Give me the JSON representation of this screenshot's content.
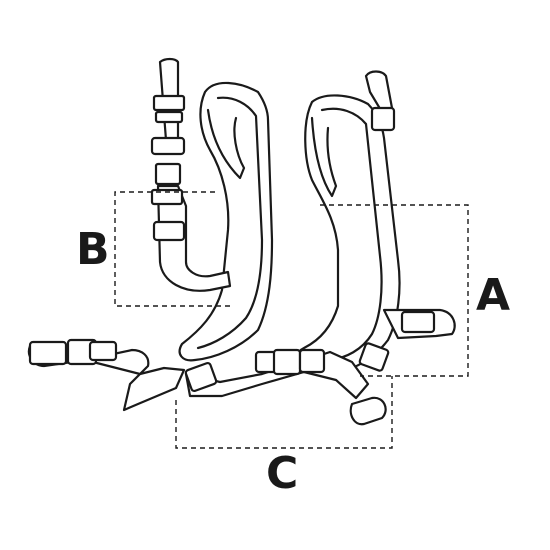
{
  "diagram": {
    "labels": {
      "a": "A",
      "b": "B",
      "c": "C"
    },
    "colors": {
      "line": "#1a1a1a",
      "fill": "#ffffff",
      "dimension_line": "#1a1a1a"
    },
    "icons": {
      "product": "shoulder-harness-illustration"
    }
  }
}
